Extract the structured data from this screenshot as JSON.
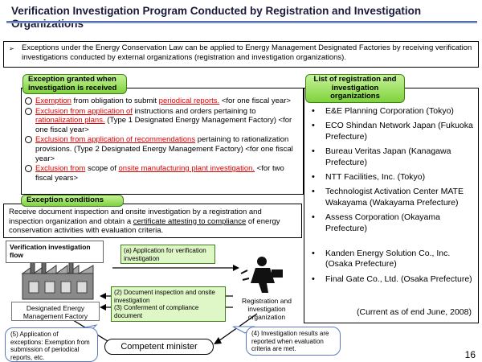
{
  "header": {
    "title": "Verification Investigation Program Conducted by Registration and Investigation Organizations"
  },
  "intro": {
    "bullet": "➢",
    "text": "Exceptions under the Energy Conservation Law can be applied to Energy Management Designated Factories by receiving verification investigations conducted by external organizations (registration and investigation organizations)."
  },
  "exceptions": {
    "label": "Exception granted when investigation is received",
    "items": [
      {
        "red1": "Exemption",
        "text1": " from obligation to submit ",
        "red2": "periodical reports.",
        "text2": " <for one fiscal year>"
      },
      {
        "red1": "Exclusion from application of",
        "text1": " instructions and orders pertaining to ",
        "red2": "rationalization plans.",
        "text2": " (Type 1 Designated Energy Management Factory) <for one fiscal year>"
      },
      {
        "red1": "Exclusion from application of recommendations",
        "text1": " pertaining to rationalization provisions.",
        "red2": "",
        "text2": " (Type 2 Designated Energy Management Factory) <for one fiscal year>"
      },
      {
        "red1": "Exclusion from",
        "text1": " scope of ",
        "red2": "onsite manufacturing plant investigation.",
        "text2": " <for two fiscal years>"
      }
    ]
  },
  "organizations": {
    "label": "List of registration and investigation organizations",
    "items": [
      "E&E Planning Corporation (Tokyo)",
      "ECO Shindan Network Japan (Fukuoka Prefecture)",
      "Bureau Veritas Japan (Kanagawa Prefecture)",
      "NTT Facilities, Inc. (Tokyo)",
      "Technologist Activation Center MATE Wakayama (Wakayama Prefecture)",
      "Assess Corporation (Okayama Prefecture)",
      "Kanden Energy Solution Co., Inc. (Osaka Prefecture)",
      "Final Gate Co., Ltd. (Osaka Prefecture)"
    ],
    "as_of": "(Current as of end June, 2008)"
  },
  "conditions": {
    "label": "Exception conditions",
    "text1": "Receive document inspection and onsite investigation by a registration and inspection organization and obtain a ",
    "underlined": "certificate attesting to compliance",
    "text2": " of energy conservation activities with evaluation criteria."
  },
  "flow": {
    "label": "Verification investigation flow",
    "step1": "(a) Application for verification investigation",
    "step2": "(2) Document inspection and onsite investigation",
    "step3": "(3) Conferment of compliance document",
    "factory": "Designated Energy Management Factory",
    "organization": "Registration and investigation organization",
    "minister": "Competent minister",
    "callout_left": "(5) Application of exceptions: Exemption from submission of periodical reports, etc.",
    "callout_right": "(4) Investigation results are reported when evaluation criteria are met."
  },
  "page_number": "16",
  "colors": {
    "red_text": "#e00000",
    "green_fill": "#7fd23c",
    "green_border": "#3e7d19",
    "title_bar": "#3b5aa0",
    "callout_border": "#5a7bbf"
  }
}
